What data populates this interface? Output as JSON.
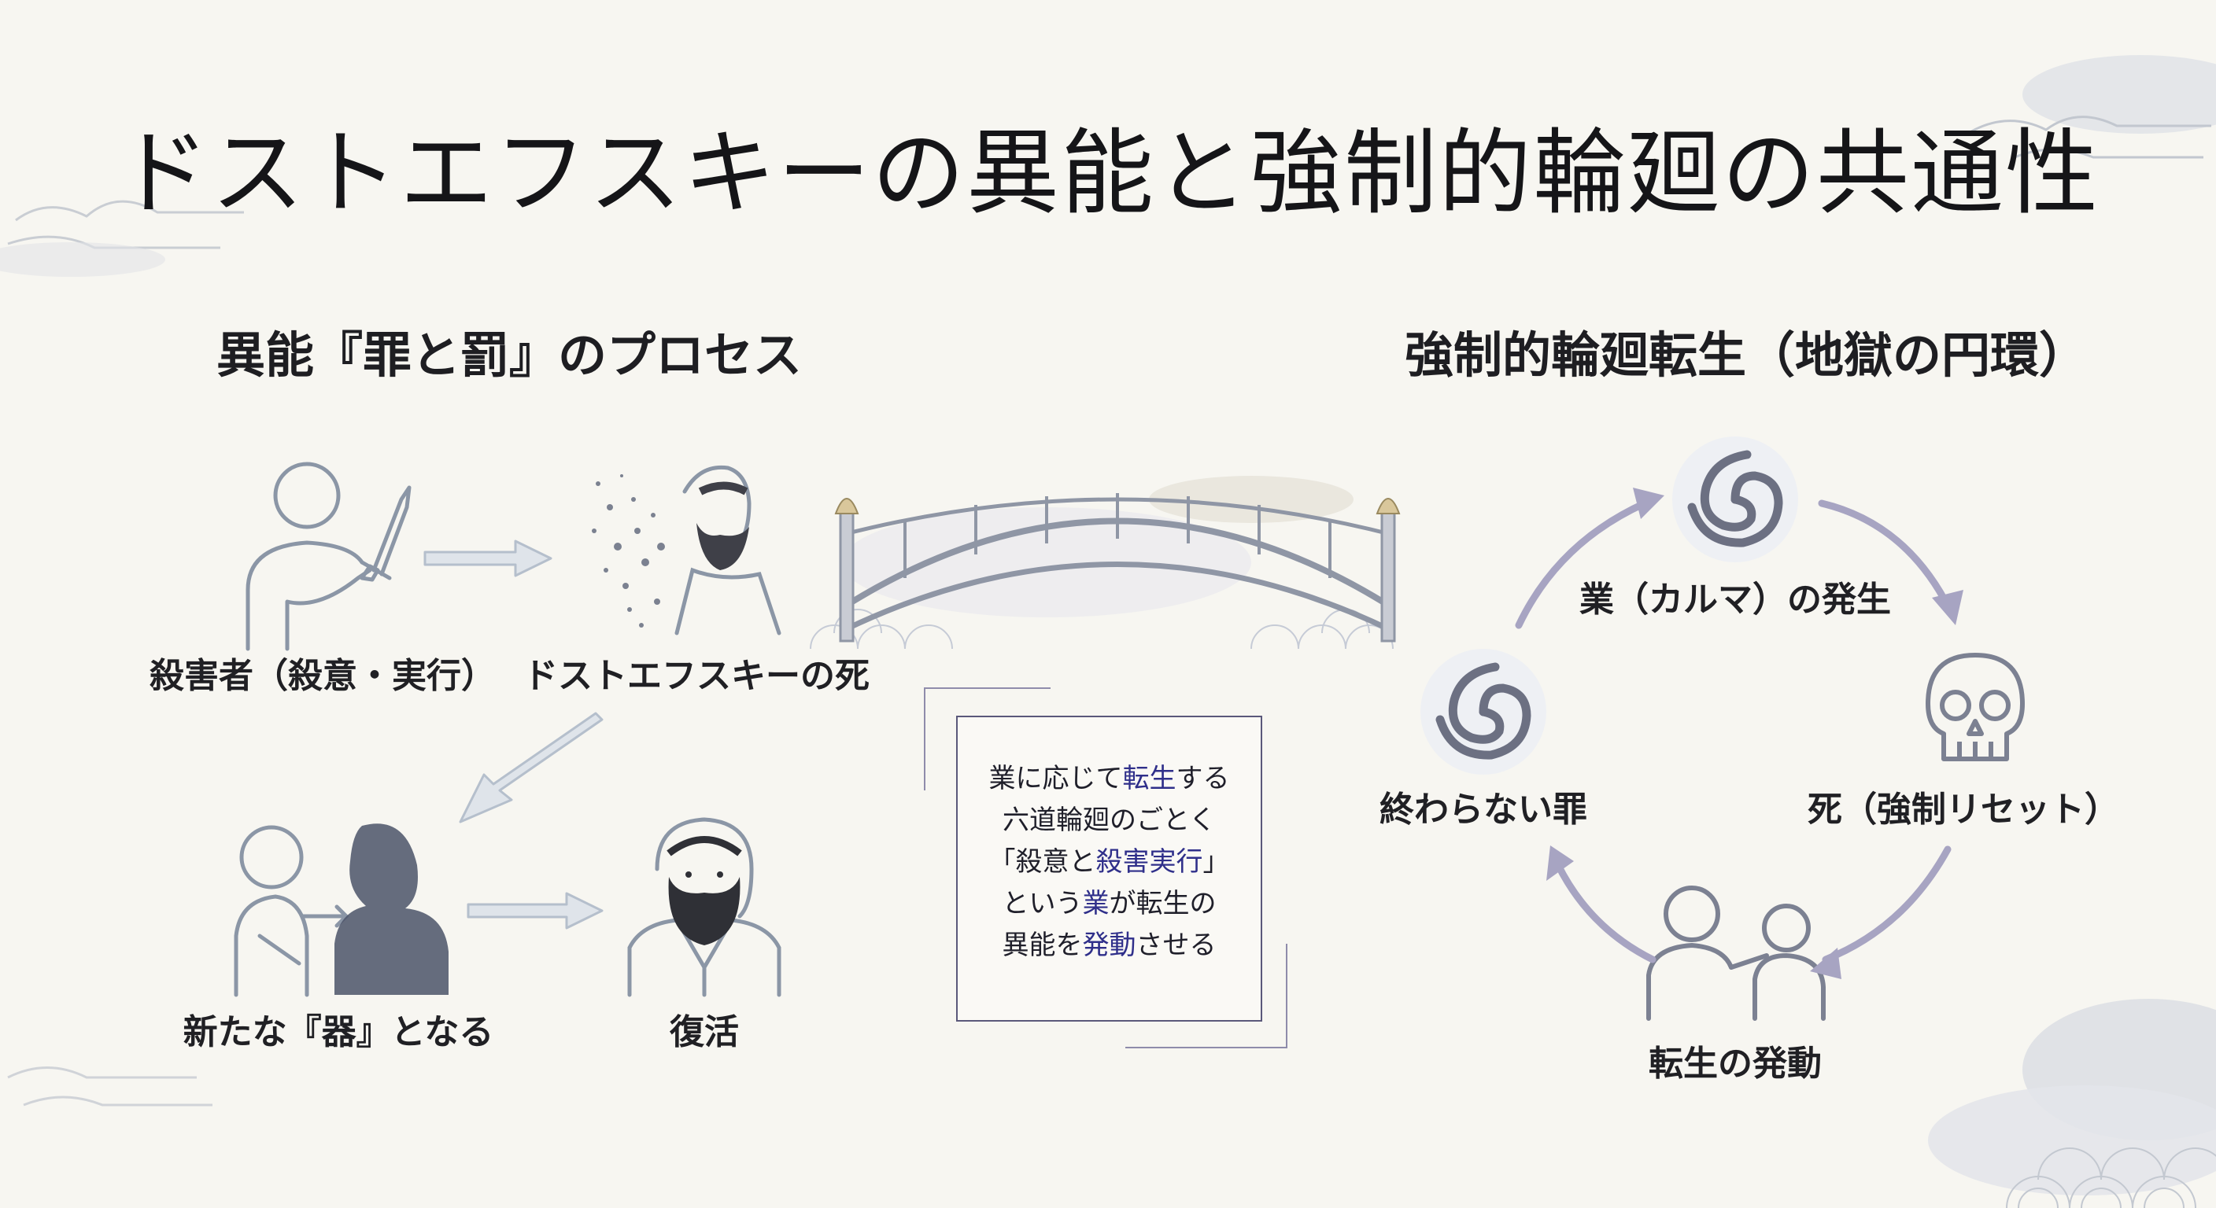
{
  "title": "ドストエフスキーの異能と強制的輪廻の共通性",
  "left_section": {
    "heading": "異能『罪と罰』のプロセス",
    "steps": [
      {
        "label": "殺害者（殺意・実行）",
        "icon": "person-with-knife-icon"
      },
      {
        "label": "ドストエフスキーの死",
        "icon": "dissolving-bearded-man-icon"
      },
      {
        "label": "新たな『器』となる",
        "icon": "person-becoming-vessel-icon"
      },
      {
        "label": "復活",
        "icon": "bearded-man-icon"
      }
    ]
  },
  "center": {
    "bridge_icon": "arched-bridge-icon",
    "quote": {
      "lines": [
        [
          {
            "t": "業に応じて",
            "hl": false
          },
          {
            "t": "転生",
            "hl": true
          },
          {
            "t": "する",
            "hl": false
          }
        ],
        [
          {
            "t": "六道輪廻のごとく",
            "hl": false
          }
        ],
        [
          {
            "t": "「殺意と",
            "hl": false
          },
          {
            "t": "殺害実行",
            "hl": true
          },
          {
            "t": "」",
            "hl": false
          }
        ],
        [
          {
            "t": "という",
            "hl": false
          },
          {
            "t": "業",
            "hl": true
          },
          {
            "t": "が転生の",
            "hl": false
          }
        ],
        [
          {
            "t": "異能を",
            "hl": false
          },
          {
            "t": "発動",
            "hl": true
          },
          {
            "t": "させる",
            "hl": false
          }
        ]
      ]
    }
  },
  "right_section": {
    "heading": "強制的輪廻転生（地獄の円環）",
    "nodes": [
      {
        "label": "業（カルマ）の発生",
        "icon": "swirl-icon"
      },
      {
        "label": "死（強制リセット）",
        "icon": "skull-icon"
      },
      {
        "label": "転生の発動",
        "icon": "person-touching-shoulder-icon"
      },
      {
        "label": "終わらない罪",
        "icon": "swirl-icon"
      }
    ]
  },
  "colors": {
    "background": "#f7f6f1",
    "text": "#1e1e22",
    "cycle_arrow": "#a7a4c2",
    "process_arrow": "#c3ccd8",
    "highlight": "#2f2f8a"
  }
}
